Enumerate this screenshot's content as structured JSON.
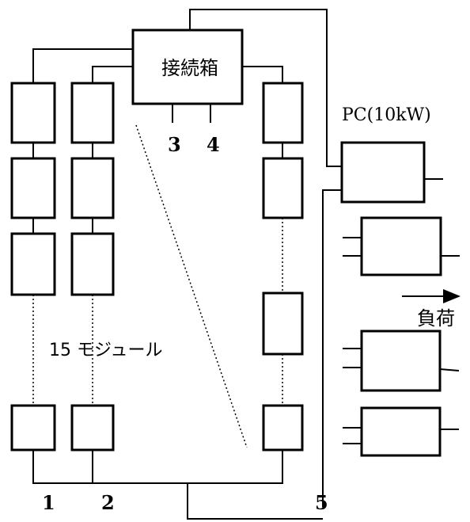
{
  "junction_box": {
    "label": "接続箱"
  },
  "pc_label": "PC(10kW)",
  "load_label": "負荷",
  "module_note": "15 モジュール",
  "terminals": {
    "t1": "1",
    "t2": "2",
    "t3": "3",
    "t4": "4",
    "t5": "5"
  }
}
